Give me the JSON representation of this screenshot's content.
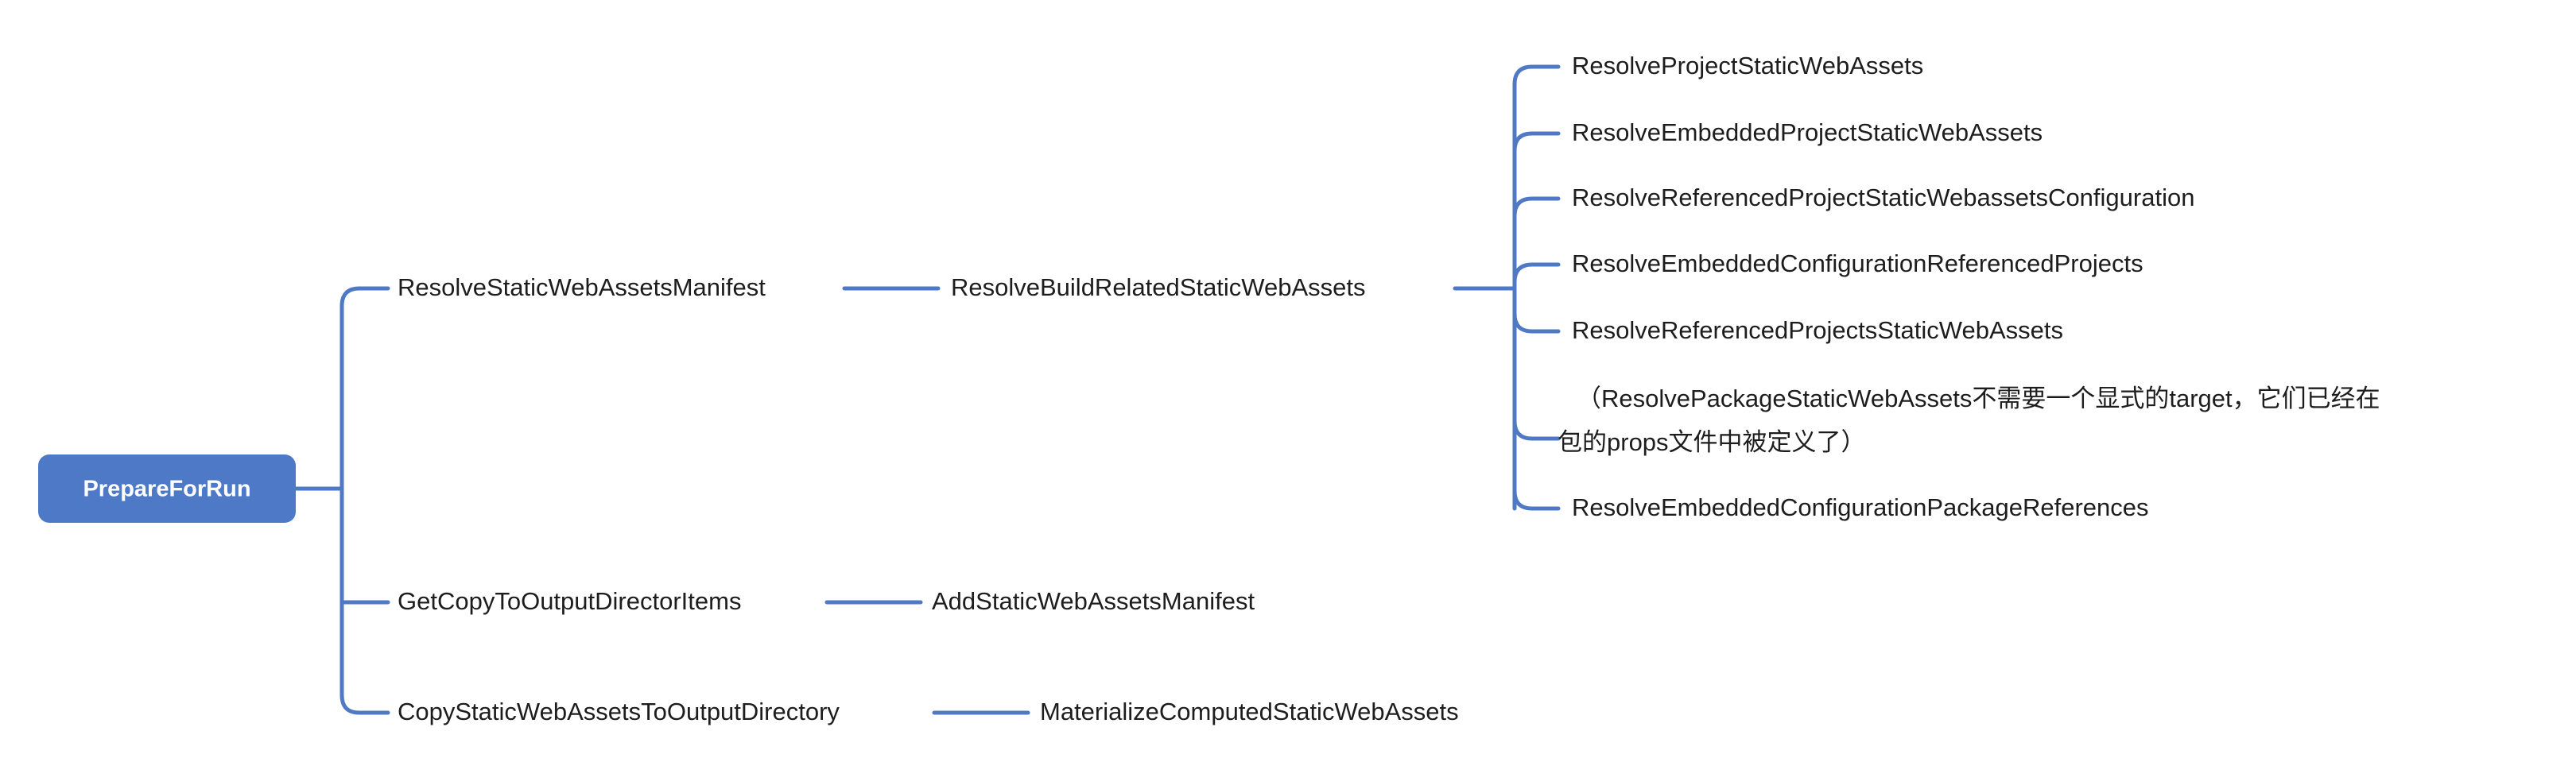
{
  "diagram": {
    "type": "mindmap",
    "background_color": "#ffffff",
    "accent_color": "#4d79c7",
    "link_color": "#4f79c4",
    "text_color": "#1d1d1d",
    "root": {
      "label": "PrepareForRun"
    },
    "branches": [
      {
        "label": "ResolveStaticWebAssetsManifest",
        "children": [
          {
            "label": "ResolveBuildRelatedStaticWebAssets",
            "children": [
              {
                "label": "ResolveProjectStaticWebAssets"
              },
              {
                "label": "ResolveEmbeddedProjectStaticWebAssets"
              },
              {
                "label": "ResolveReferencedProjectStaticWebassetsConfiguration"
              },
              {
                "label": "ResolveEmbeddedConfigurationReferencedProjects"
              },
              {
                "label": "ResolveReferencedProjectsStaticWebAssets"
              },
              {
                "label": "（ResolvePackageStaticWebAssets不需要一个显式的target，它们已经在包的props文件中被定义了）",
                "line1": "（ResolvePackageStaticWebAssets不需要一个显式的target，它们已经在",
                "line2": "包的props文件中被定义了）"
              },
              {
                "label": "ResolveEmbeddedConfigurationPackageReferences"
              }
            ]
          }
        ]
      },
      {
        "label": "GetCopyToOutputDirectorItems",
        "children": [
          {
            "label": "AddStaticWebAssetsManifest"
          }
        ]
      },
      {
        "label": "CopyStaticWebAssetsToOutputDirectory",
        "children": [
          {
            "label": "MaterializeComputedStaticWebAssets"
          }
        ]
      }
    ]
  }
}
